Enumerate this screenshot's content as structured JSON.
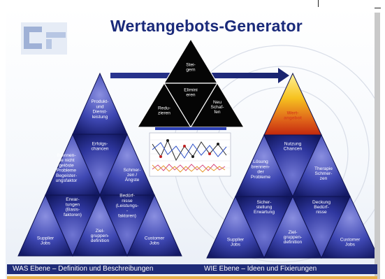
{
  "title": "Wertangebots-Generator",
  "left_pyramid": {
    "top": [
      "Produkt-",
      "und",
      "Dienst-",
      "leistung"
    ],
    "mid_left": [
      "Erfolgs-",
      "chancen"
    ],
    "left_side": [
      "Brennen-",
      "de nicht",
      "gelöste",
      "Probleme",
      "Begeister-",
      "ungsfaktor"
    ],
    "mid_right": [
      "Schmer-",
      "zen /",
      "Ängste"
    ],
    "row3_left": [
      "Erwar-",
      "tungen",
      "(Basis-",
      "faktoren)"
    ],
    "row3_right": [
      "Bedürf-",
      "nisse",
      "(Leistungs-",
      "-",
      "faktoren)"
    ],
    "bottom_left": [
      "Supplier",
      "Jobs"
    ],
    "bottom_mid": [
      "Ziel-",
      "gruppen-",
      "definition"
    ],
    "bottom_right": [
      "Customer",
      "Jobs"
    ]
  },
  "center_triangle": {
    "top": [
      "Stei-",
      "gern"
    ],
    "middle": [
      "Elimini",
      "eren"
    ],
    "left": [
      "Redu-",
      "zieren"
    ],
    "right": [
      "Neu",
      "Schaf-",
      "fen"
    ]
  },
  "right_pyramid": {
    "apex": [
      "Wert-",
      "angebot"
    ],
    "top": [
      "Nutzung",
      "Chancen"
    ],
    "mid_left": [
      "Lösung",
      "brennen-",
      "der",
      "Probleme"
    ],
    "mid_right": [
      "Therapie",
      "Schmer-",
      "zen"
    ],
    "row3_left": [
      "Sicher-",
      "stellung",
      "Erwartung"
    ],
    "row3_right": [
      "Deckung",
      "Bedürf-",
      "nisse"
    ],
    "bottom_left": [
      "Supplier",
      "Jobs"
    ],
    "bottom_mid": [
      "Ziel-",
      "gruppen-",
      "definition"
    ],
    "bottom_right": [
      "Customer",
      "Jobs"
    ]
  },
  "footer_left": "WAS Ebene – Definition und Beschreibungen",
  "footer_right": "WIE Ebene – Ideen und Fixierungen",
  "colors": {
    "navy": "#1e2b78",
    "pyramid_light": "#7b7fd6",
    "pyramid_dark": "#141a66",
    "apex_gold": "#f6c21f",
    "apex_red": "#c4280e",
    "black_triangle": "#050505"
  },
  "icons": [
    "logo-icon",
    "right-arrow-icon",
    "chart-thumbnail-icon"
  ]
}
